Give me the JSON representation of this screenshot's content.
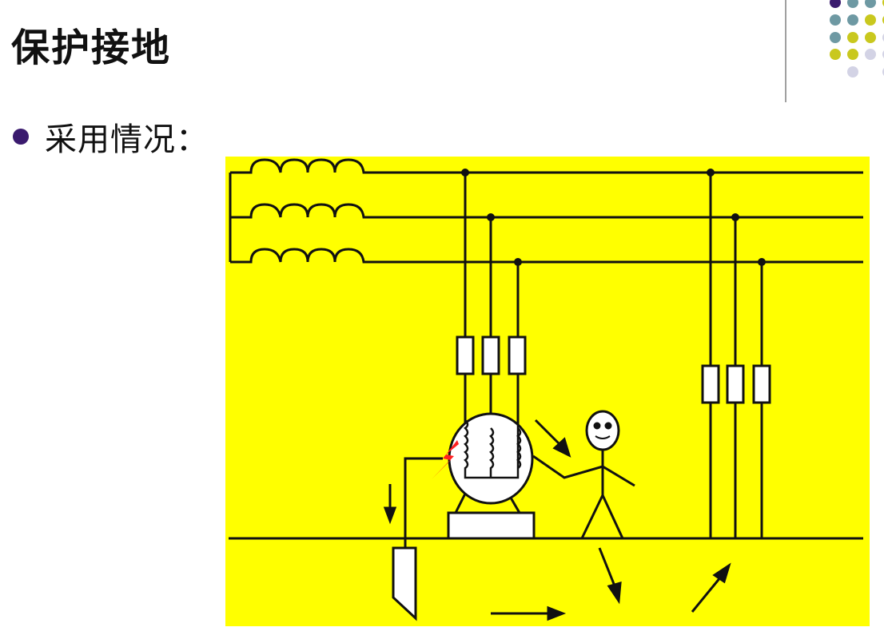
{
  "slide": {
    "title": "保护接地",
    "bullets": [
      {
        "text": "采用情况："
      }
    ]
  },
  "decoration": {
    "dot_colors": {
      "purple": "#3a1a6e",
      "teal": "#6e99a3",
      "olive": "#c9c81e",
      "lavender": "#d3d3e5"
    },
    "divider_color": "#a0a0a0"
  },
  "diagram": {
    "background_color": "#ffff00",
    "line_color": "#111111",
    "fault_spark_color": "#ff2020",
    "phases": 3,
    "components": [
      "transformer-windings",
      "three-phase-bus",
      "fuses-left",
      "fuses-right",
      "motor",
      "motor-base",
      "person",
      "ground-electrode",
      "ground-bus"
    ],
    "current_arrows": [
      "down-left",
      "motor-to-person",
      "person-to-ground",
      "ground-horizontal",
      "ground-up-right"
    ]
  }
}
